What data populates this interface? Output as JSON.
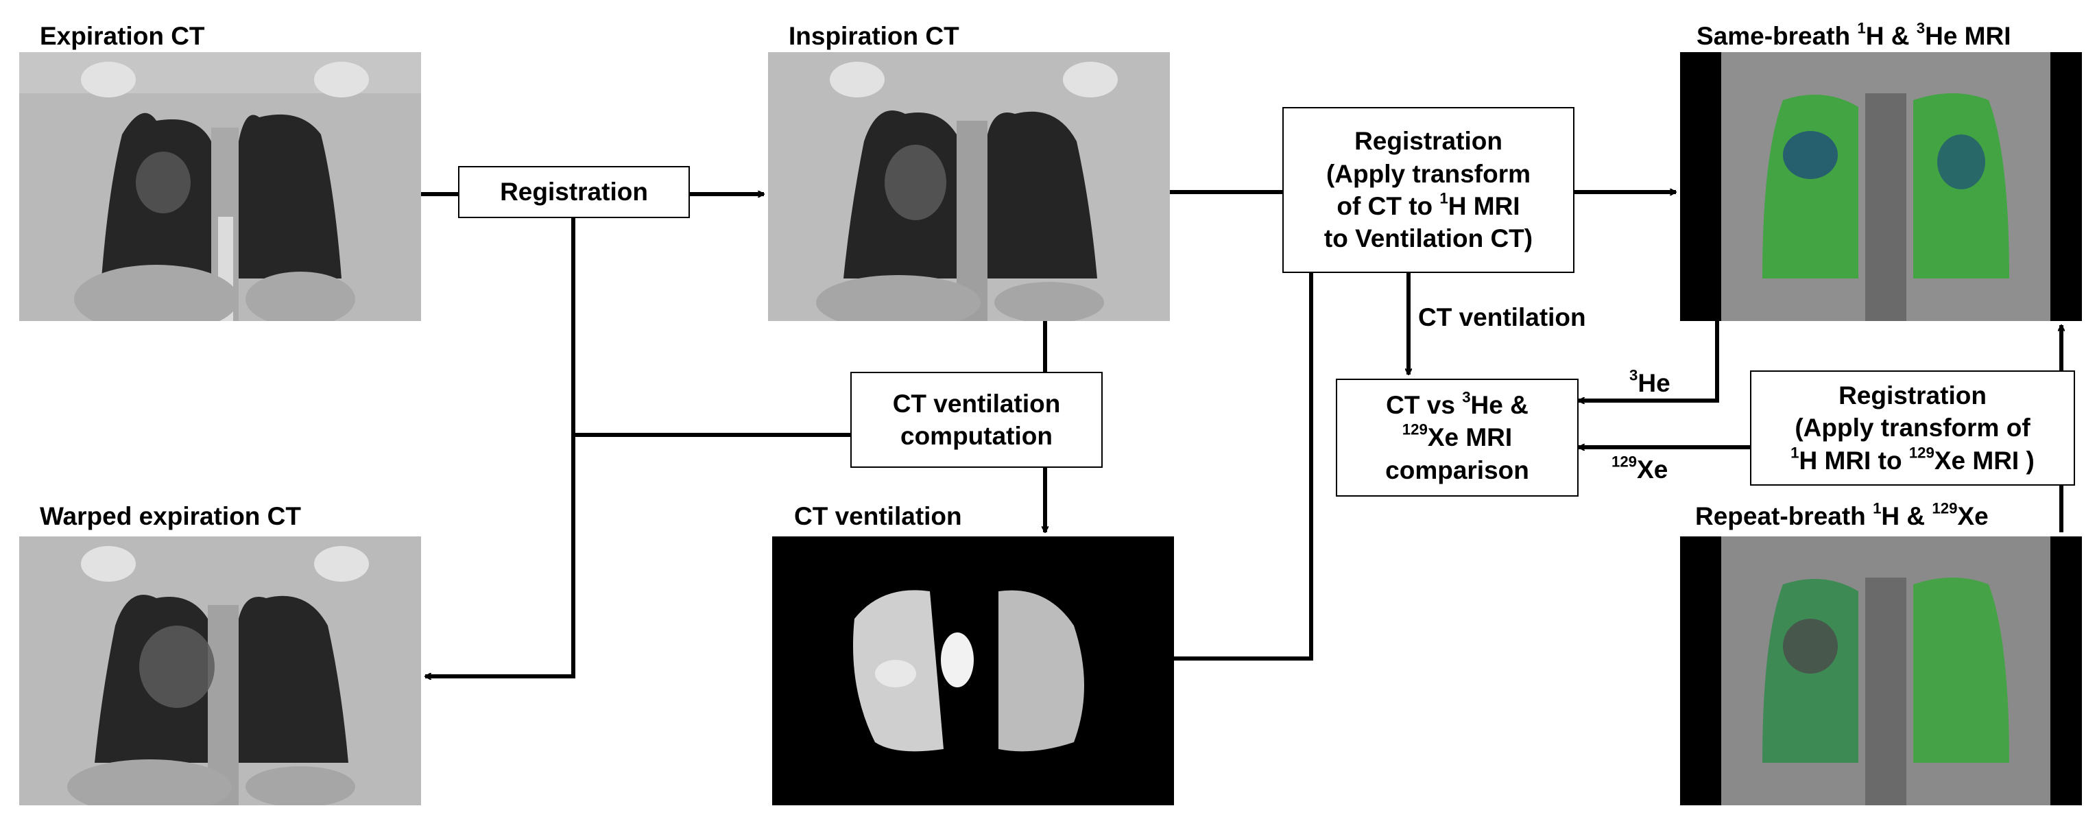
{
  "panels": {
    "expiration_ct": "Expiration CT",
    "inspiration_ct": "Inspiration CT",
    "same_breath_mri": {
      "prefix": "Same-breath ",
      "sup1": "1",
      "mid": "H & ",
      "sup2": "3",
      "suffix": "He MRI"
    },
    "warped_expiration_ct": "Warped expiration CT",
    "ct_ventilation_image": "CT ventilation",
    "repeat_breath": {
      "prefix": "Repeat-breath ",
      "sup1": "1",
      "mid": "H & ",
      "sup2": "129",
      "suffix": "Xe"
    }
  },
  "boxes": {
    "registration_simple": "Registration",
    "registration_ct": {
      "line1": "Registration",
      "line2": "(Apply transform",
      "line3_pre": "of  CT to ",
      "line3_sup": "1",
      "line3_post": "H MRI",
      "line4": "to Ventilation CT)"
    },
    "ct_ventilation_computation": {
      "line1": "CT ventilation",
      "line2": "computation"
    },
    "comparison": {
      "line1_pre": "CT vs ",
      "line1_sup": "3",
      "line1_post": "He &",
      "line2_sup": "129",
      "line2_post": "Xe MRI",
      "line3": "comparison"
    },
    "registration_mri": {
      "line1": "Registration",
      "line2": "(Apply transform of",
      "line3_sup1": "1",
      "line3_mid": "H MRI to ",
      "line3_sup2": "129",
      "line3_post": "Xe MRI )"
    }
  },
  "arrow_labels": {
    "ct_ventilation": "CT ventilation",
    "he3": {
      "sup": "3",
      "text": "He"
    },
    "xe129": {
      "sup": "129",
      "text": "Xe"
    }
  },
  "colors": {
    "line": "#000000",
    "ct_gray": "#bdbdbd",
    "lung_dark": "#2b2b2b",
    "vent_green": "#3aa63a",
    "vent_blue": "#1f4f7a"
  }
}
